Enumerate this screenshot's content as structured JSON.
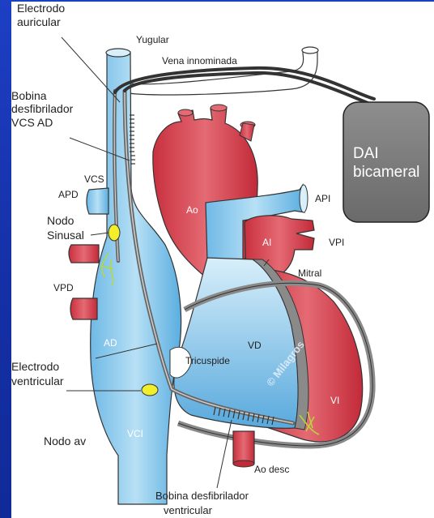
{
  "labels": {
    "electrodo_auricular": [
      "Electrodo",
      "auricular"
    ],
    "yugular": "Yugular",
    "vena_innominada": "Vena innominada",
    "bobina_vcs": [
      "Bobina",
      "desfibrilador",
      "VCS AD"
    ],
    "dai": [
      "DAI",
      "bicameral"
    ],
    "vcs": "VCS",
    "apd": "APD",
    "ao": "Ao",
    "api": "API",
    "nodo_sinusal": [
      "Nodo",
      "Sinusal"
    ],
    "ai": "AI",
    "vpi": "VPI",
    "mitral": "Mitral",
    "vpd": "VPD",
    "ad": "AD",
    "vd": "VD",
    "tricuspide": "Tricuspide",
    "electrodo_ventricular": [
      "Electrodo",
      "ventricular"
    ],
    "vi": "VI",
    "nodo_av": "Nodo av",
    "vci": "VCI",
    "ao_desc": "Ao desc",
    "bobina_ventricular": [
      "Bobina desfibrilador",
      "ventricular"
    ],
    "watermark": "© Milagros"
  },
  "colors": {
    "background_blue": "#1a35b0",
    "venous_blue": "#9fd3ef",
    "arterial_red": "#d83a48",
    "device_gray": "#7c7c7c",
    "node_yellow": "#f2ef2a",
    "lead_gray": "#666666"
  }
}
